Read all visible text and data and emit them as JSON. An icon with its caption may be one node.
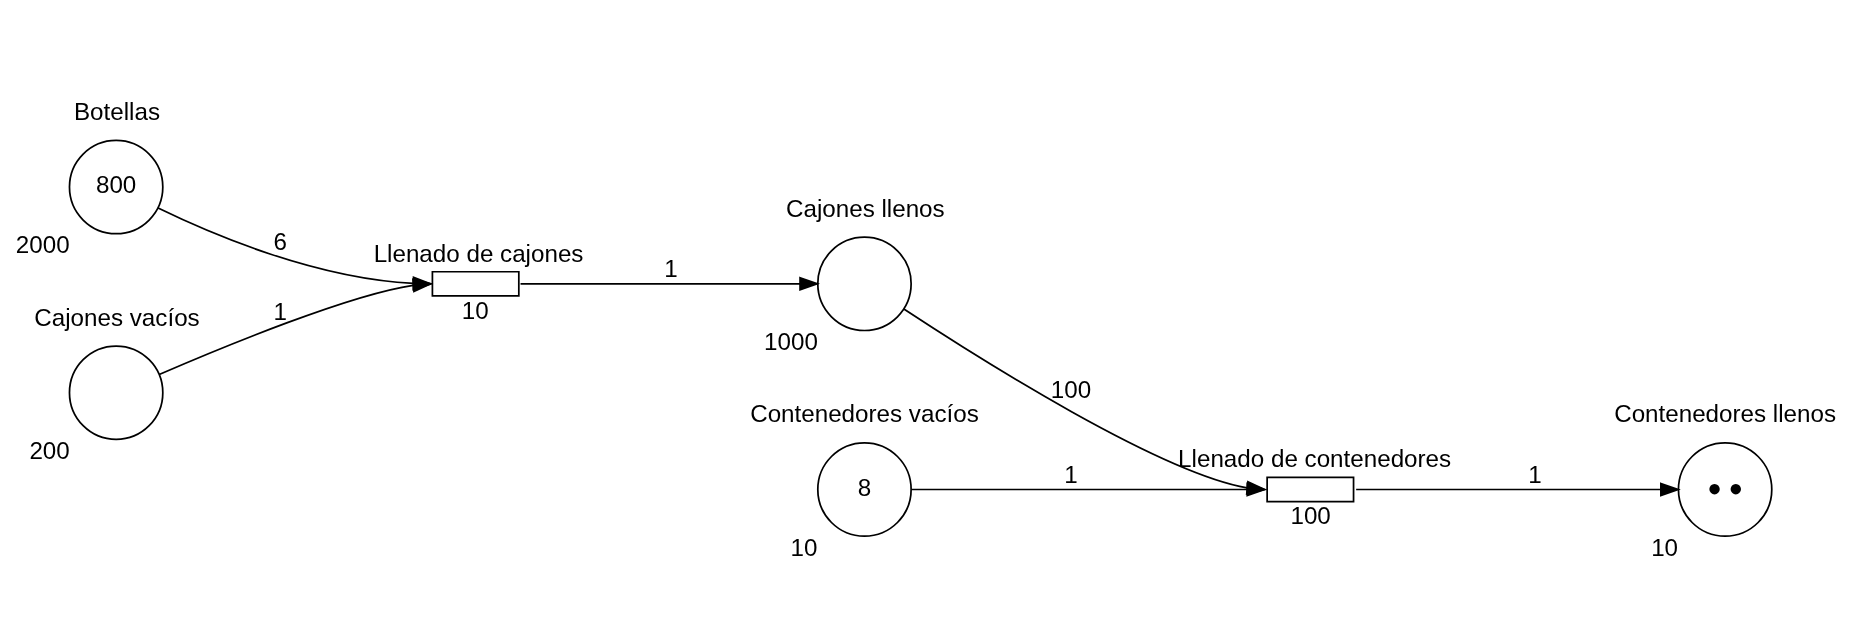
{
  "diagram": {
    "nodes": [
      {
        "text": [
          "Botellas",
          "800"
        ],
        "beside": [
          "2000"
        ]
      },
      {
        "text": [
          "Cajones vacíos"
        ],
        "beside": [
          "200"
        ]
      },
      {
        "text": [
          "Llenado de cajones"
        ],
        "beside": [
          "10"
        ]
      },
      {
        "text": [
          "Cajones llenos"
        ],
        "beside": [
          "1000"
        ]
      },
      {
        "text": [
          "Llenado de contenedores"
        ],
        "beside": [
          "100"
        ]
      },
      {
        "text": [
          "Contenedores vacíos",
          "8"
        ],
        "beside": [
          "10"
        ]
      },
      {
        "text": [
          "Contenedores llenos",
          "● ●"
        ],
        "beside": [
          "10"
        ]
      }
    ],
    "edges": [
      {
        "from": 0,
        "to": 2,
        "arrow": "to",
        "label": "6"
      },
      {
        "from": 1,
        "to": 2,
        "arrow": "to",
        "label": "1"
      },
      {
        "from": 2,
        "to": 3,
        "arrow": "to",
        "label": "1"
      },
      {
        "from": 3,
        "to": 4,
        "arrow": "to",
        "label": "100"
      },
      {
        "from": 5,
        "to": 4,
        "arrow": "to",
        "label": "1"
      },
      {
        "from": 4,
        "to": 6,
        "arrow": "to",
        "label": "1"
      }
    ]
  }
}
